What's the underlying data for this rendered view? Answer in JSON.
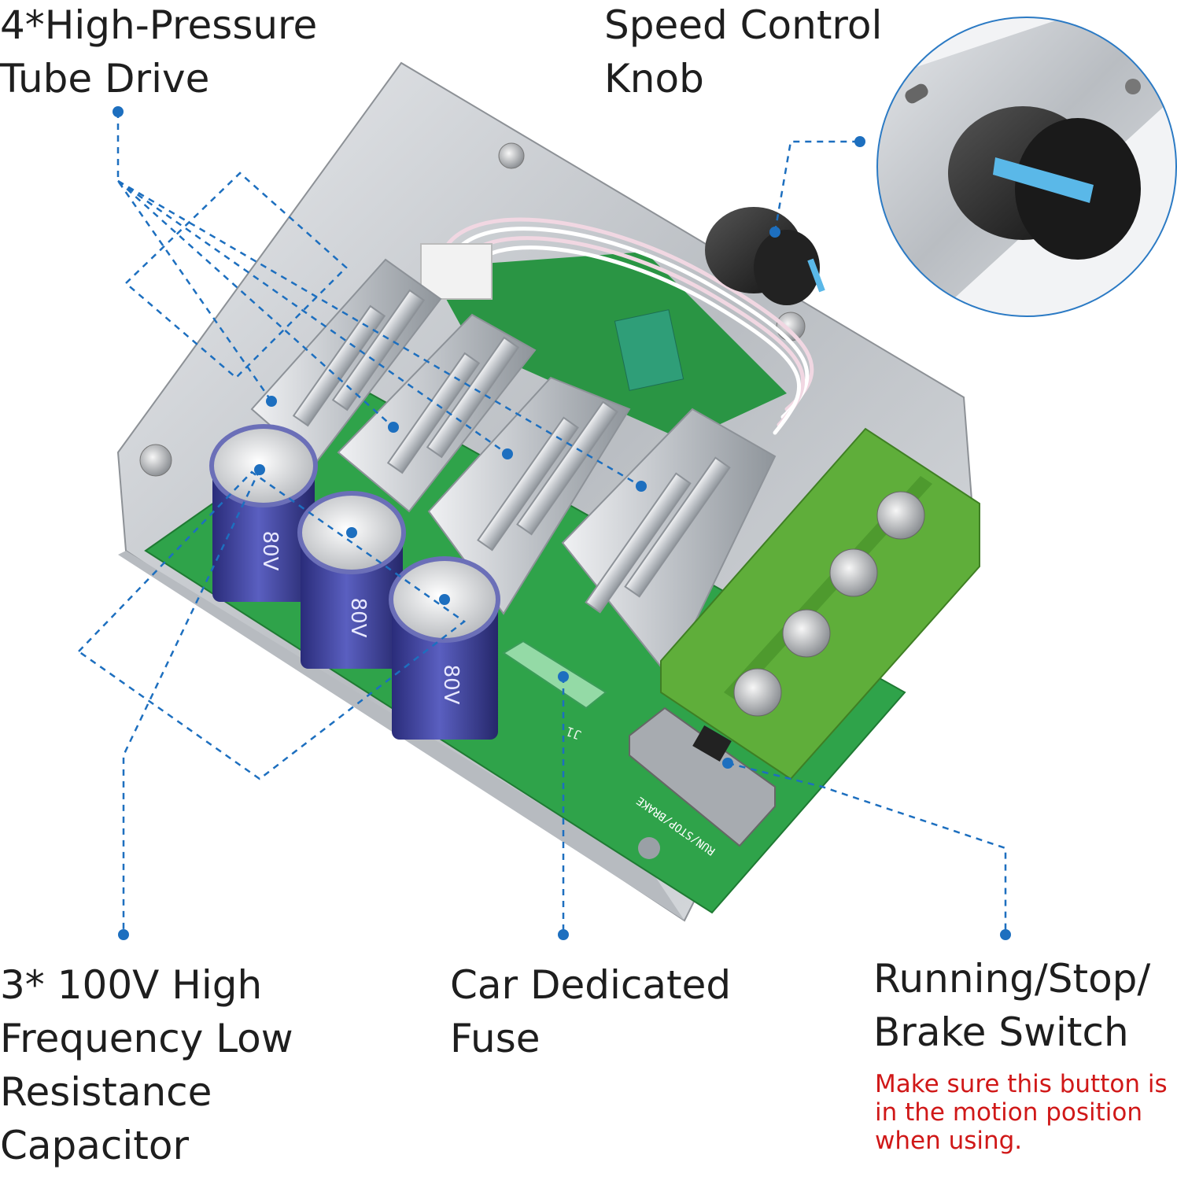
{
  "colors": {
    "callout_blue": "#1d6fbf",
    "pcb_green": "#2fa34a",
    "terminal_green": "#5fae3a",
    "capacitor_blue": "#3b3fa0",
    "heatsink_silver": "#c9ccd0",
    "warning_red": "#d01818",
    "label_text": "#1e1e1e"
  },
  "callouts": {
    "tube_drive": {
      "line1": "4*High-Pressure",
      "line2": "Tube Drive"
    },
    "speed_knob": {
      "line1": "Speed Control",
      "line2": "Knob"
    },
    "capacitor": {
      "line1": "3* 100V High",
      "line2": "Frequency Low",
      "line3": "Resistance",
      "line4": "Capacitor"
    },
    "fuse": {
      "line1": "Car Dedicated",
      "line2": "Fuse"
    },
    "switch": {
      "line1": "Running/Stop/",
      "line2": "Brake Switch",
      "warning1": "Make sure this button is",
      "warning2": "in the motion position",
      "warning3": "when using."
    }
  },
  "product": {
    "capacitor_marking": "80V",
    "switch_marking": "RUN/STOP/BRAKE",
    "pcb_marking": "J1"
  }
}
